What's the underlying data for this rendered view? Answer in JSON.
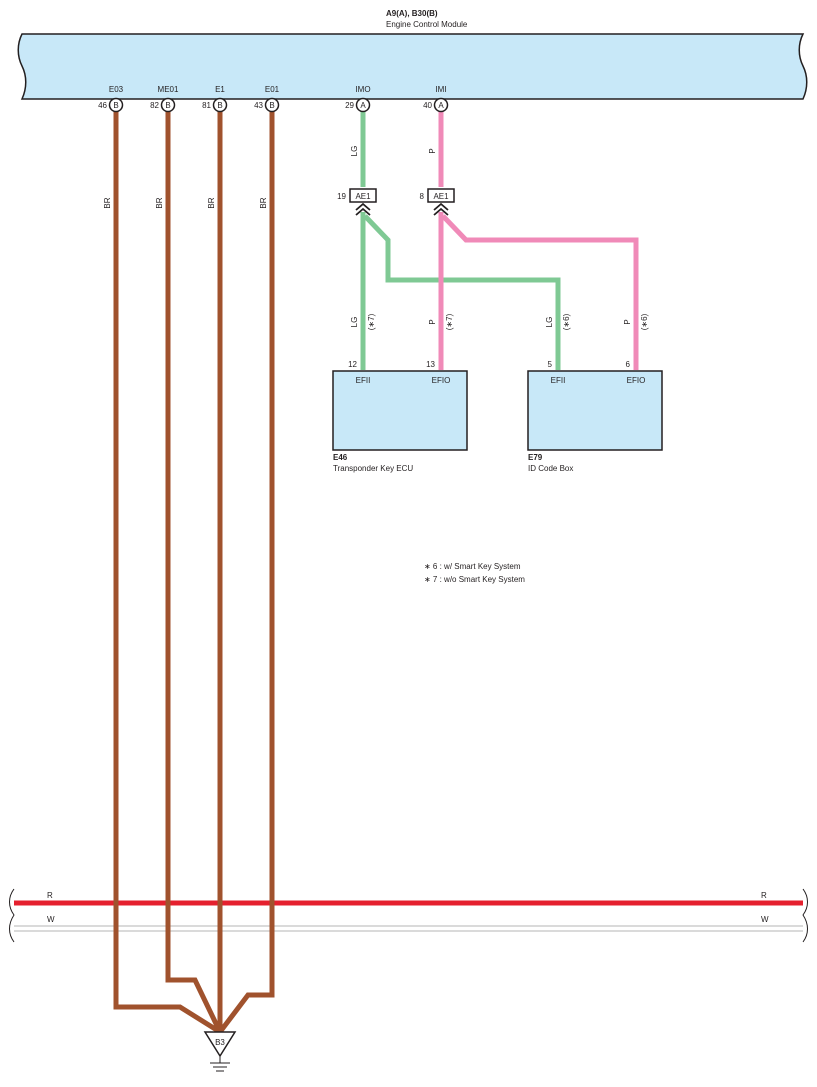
{
  "ecm": {
    "connectors": "A9(A), B30(B)",
    "name": "Engine Control Module",
    "pins": [
      {
        "label": "E03",
        "num": "46",
        "conn": "B"
      },
      {
        "label": "ME01",
        "num": "82",
        "conn": "B"
      },
      {
        "label": "E1",
        "num": "81",
        "conn": "B"
      },
      {
        "label": "E01",
        "num": "43",
        "conn": "B"
      },
      {
        "label": "IMO",
        "num": "29",
        "conn": "A"
      },
      {
        "label": "IMI",
        "num": "40",
        "conn": "A"
      }
    ]
  },
  "wires": {
    "brown": "BR",
    "green": "LG",
    "pink": "P"
  },
  "colors": {
    "brown": "#a0522d",
    "green": "#7fc994",
    "pink": "#f08ab8",
    "red": "#e5202e",
    "module_fill": "#c8e8f8"
  },
  "junctions": [
    {
      "num": "19",
      "id": "AE1"
    },
    {
      "num": "8",
      "id": "AE1"
    }
  ],
  "variants": {
    "w7": "(∗7)",
    "w6": "(∗6)"
  },
  "e46": {
    "code": "E46",
    "name": "Transponder Key ECU",
    "pin1": {
      "num": "12",
      "label": "EFII"
    },
    "pin2": {
      "num": "13",
      "label": "EFIO"
    }
  },
  "e79": {
    "code": "E79",
    "name": "ID Code Box",
    "pin1": {
      "num": "5",
      "label": "EFII"
    },
    "pin2": {
      "num": "6",
      "label": "EFIO"
    }
  },
  "notes": [
    "∗ 6 : w/ Smart Key System",
    "∗ 7 : w/o Smart Key System"
  ],
  "bus": {
    "r_label": "R",
    "w_label": "W"
  },
  "ground": {
    "id": "B3"
  }
}
